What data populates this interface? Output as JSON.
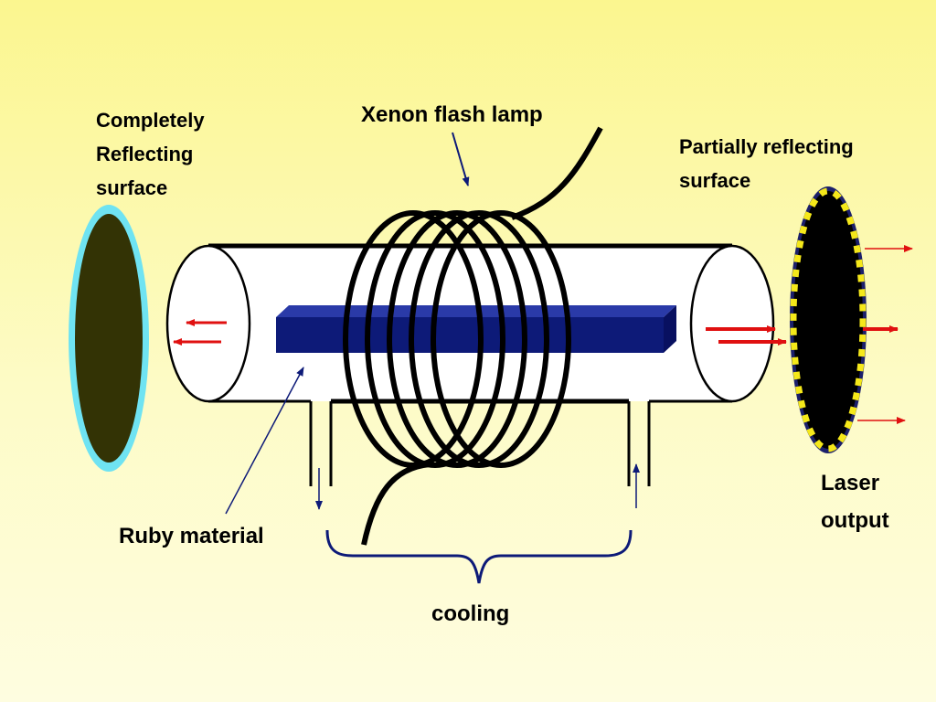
{
  "labels": {
    "completely_reflecting": [
      "Completely",
      "Reflecting",
      "surface"
    ],
    "xenon_lamp": "Xenon flash lamp",
    "partially_reflecting": [
      "Partially reflecting",
      "surface"
    ],
    "laser_output": [
      "Laser",
      "output"
    ],
    "ruby_material": "Ruby material",
    "cooling": "cooling"
  },
  "colors": {
    "background_top": "#fbf68f",
    "ruby_rod": "#0d1a78",
    "full_mirror_fill": "#333305",
    "full_mirror_rim": "#6fe3f2",
    "partial_mirror_fill": "#000000",
    "partial_mirror_dashes": "#f5e81a",
    "partial_mirror_border": "#1b1f6b",
    "arrows_red": "#e01010",
    "pointer_lines": "#0d1a78"
  },
  "icons": [
    "full-mirror",
    "partial-mirror",
    "flash-lamp-coil",
    "ruby-rod",
    "cooling-brace"
  ]
}
